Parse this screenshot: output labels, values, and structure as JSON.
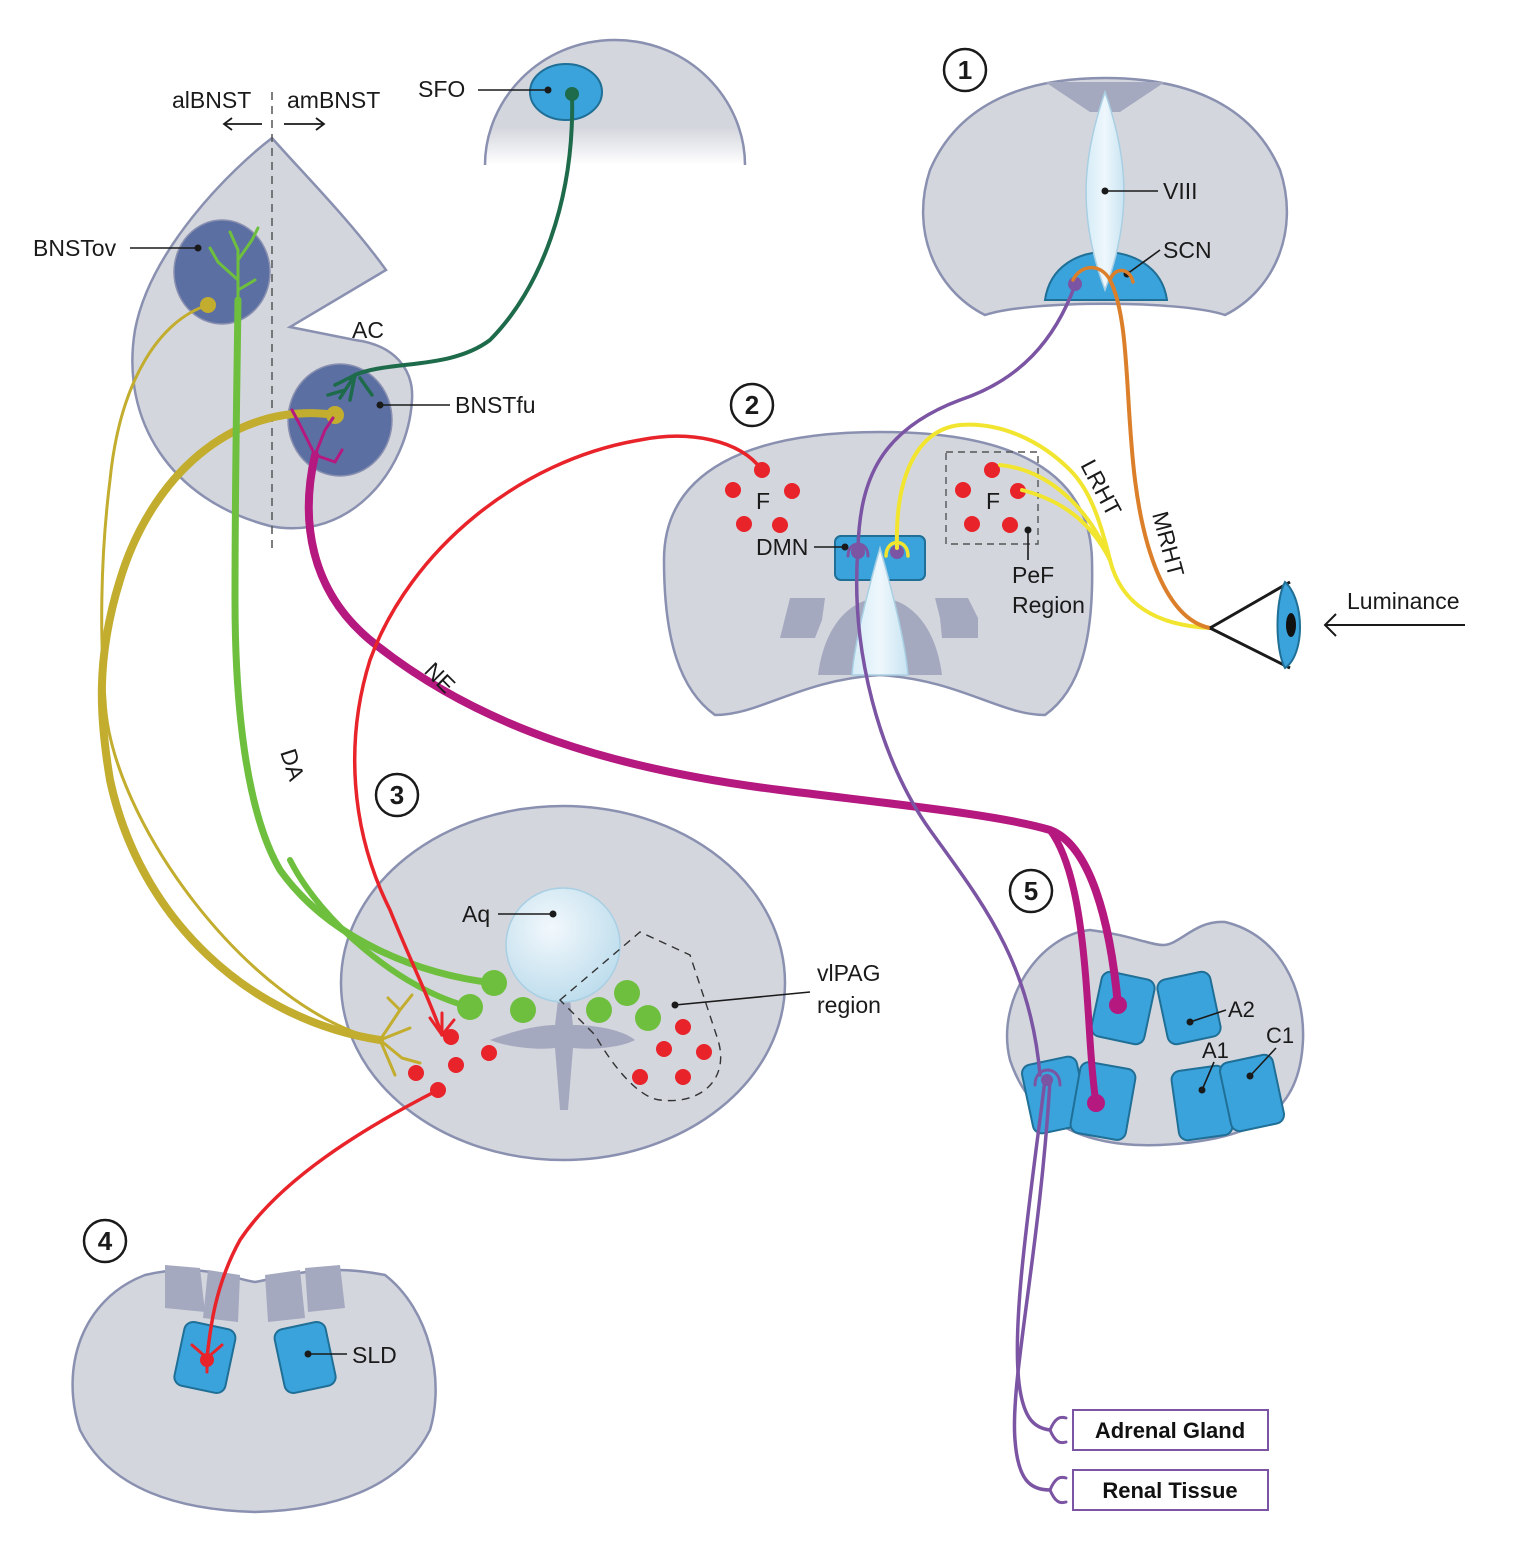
{
  "labels": {
    "albnst": "alBNST",
    "ambnst": "amBNST",
    "sfo": "SFO",
    "bnstov": "BNSTov",
    "ac": "AC",
    "bnstfu": "BNSTfu",
    "viii": "VIII",
    "scn": "SCN",
    "f_left": "F",
    "f_right": "F",
    "dmn": "DMN",
    "pef_line1": "PeF",
    "pef_line2": "Region",
    "lrht": "LRHT",
    "mrht": "MRHT",
    "luminance": "Luminance",
    "ne": "NE",
    "da": "DA",
    "aq": "Aq",
    "vlpag_line1": "vlPAG",
    "vlpag_line2": "region",
    "a2": "A2",
    "a1": "A1",
    "c1": "C1",
    "sld": "SLD",
    "adrenal": "Adrenal Gland",
    "renal": "Renal Tissue"
  },
  "panel_numbers": [
    "1",
    "2",
    "3",
    "4",
    "5"
  ],
  "colors": {
    "tissue": "#d4d6de",
    "tissue_outline": "#8a90b0",
    "nucleus_blue": "#3aa3dc",
    "nucleus_dark": "#5b6fa3",
    "sfo_pathway": "#1e6b4b",
    "olive_pathway": "#c2ad2e",
    "dopamine_green": "#6fbf3f",
    "norepinephrine_magenta": "#b5187f",
    "orexin_red": "#e8232a",
    "sympathetic_purple": "#7b55a3",
    "retinal_yellow": "#f2e530",
    "retinal_orange": "#dc7f2a"
  }
}
